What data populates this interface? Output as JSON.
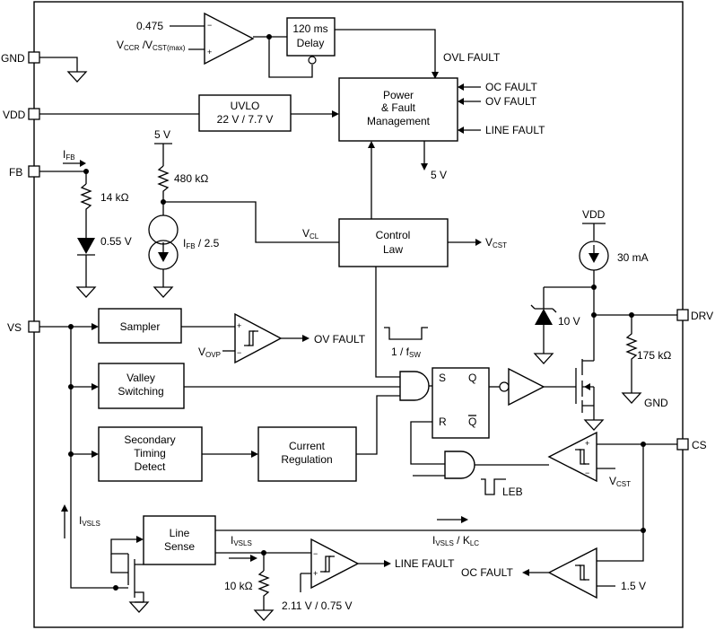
{
  "pins": {
    "gnd": "GND",
    "vdd": "VDD",
    "fb": "FB",
    "vs": "VS",
    "drv": "DRV",
    "cs": "CS"
  },
  "blocks": {
    "delay_line1": "120 ms",
    "delay_line2": "Delay",
    "uvlo_line1": "UVLO",
    "uvlo_line2": "22 V / 7.7 V",
    "power_line1": "Power",
    "power_line2": "& Fault",
    "power_line3": "Management",
    "control_line1": "Control",
    "control_line2": "Law",
    "sampler": "Sampler",
    "valley_line1": "Valley",
    "valley_line2": "Switching",
    "secondary_line1": "Secondary",
    "secondary_line2": "Timing",
    "secondary_line3": "Detect",
    "current_line1": "Current",
    "current_line2": "Regulation",
    "line_sense_line1": "Line",
    "line_sense_line2": "Sense",
    "latch_s": "S",
    "latch_q": "Q",
    "latch_r": "R",
    "latch_qbar": "Q"
  },
  "labels": {
    "ovl_ref": "0.475",
    "ovl_in_main": "V",
    "ovl_in_sub1": "CCR",
    "ovl_in_mid": " /V",
    "ovl_in_sub2": "CST(max)",
    "ovl_fault": "OVL FAULT",
    "oc_fault_in": "OC FAULT",
    "ov_fault_in": "OV FAULT",
    "line_fault_in": "LINE FAULT",
    "five_v_out": "5 V",
    "five_v_top": "5 V",
    "r480": "480 kΩ",
    "ifb_main": "I",
    "ifb_sub": "FB",
    "r14k": "14 kΩ",
    "diode_055": "0.55 V",
    "ifb_div_main": "I",
    "ifb_div_sub": "FB",
    "ifb_div_tail": " / 2.5",
    "vcl_main": "V",
    "vcl_sub": "CL",
    "vcst_out_main": "V",
    "vcst_out_sub": "CST",
    "vdd_top": "VDD",
    "i30ma": "30 mA",
    "zener_10v": "10 V",
    "r175k": "175 kΩ",
    "gnd_drv": "GND",
    "vovp_main": "V",
    "vovp_sub": "OVP",
    "ov_fault_out": "OV FAULT",
    "fsw_main": "1 / f",
    "fsw_sub": "SW",
    "leb": "LEB",
    "vcst_cmp_main": "V",
    "vcst_cmp_sub": "CST",
    "ivsls_main": "I",
    "ivsls_sub": "VSLS",
    "ivsls2_main": "I",
    "ivsls2_sub": "VSLS",
    "ivsls_klc_main": "I",
    "ivsls_klc_sub": "VSLS",
    "ivsls_klc_mid": " / K",
    "ivsls_klc_sub2": "LC",
    "r10k": "10 kΩ",
    "line_fault_out": "LINE FAULT",
    "line_thresh": "2.11 V / 0.75 V",
    "oc_fault_out": "OC FAULT",
    "oc_ref": "1.5 V",
    "plus": "+",
    "minus": "−"
  }
}
